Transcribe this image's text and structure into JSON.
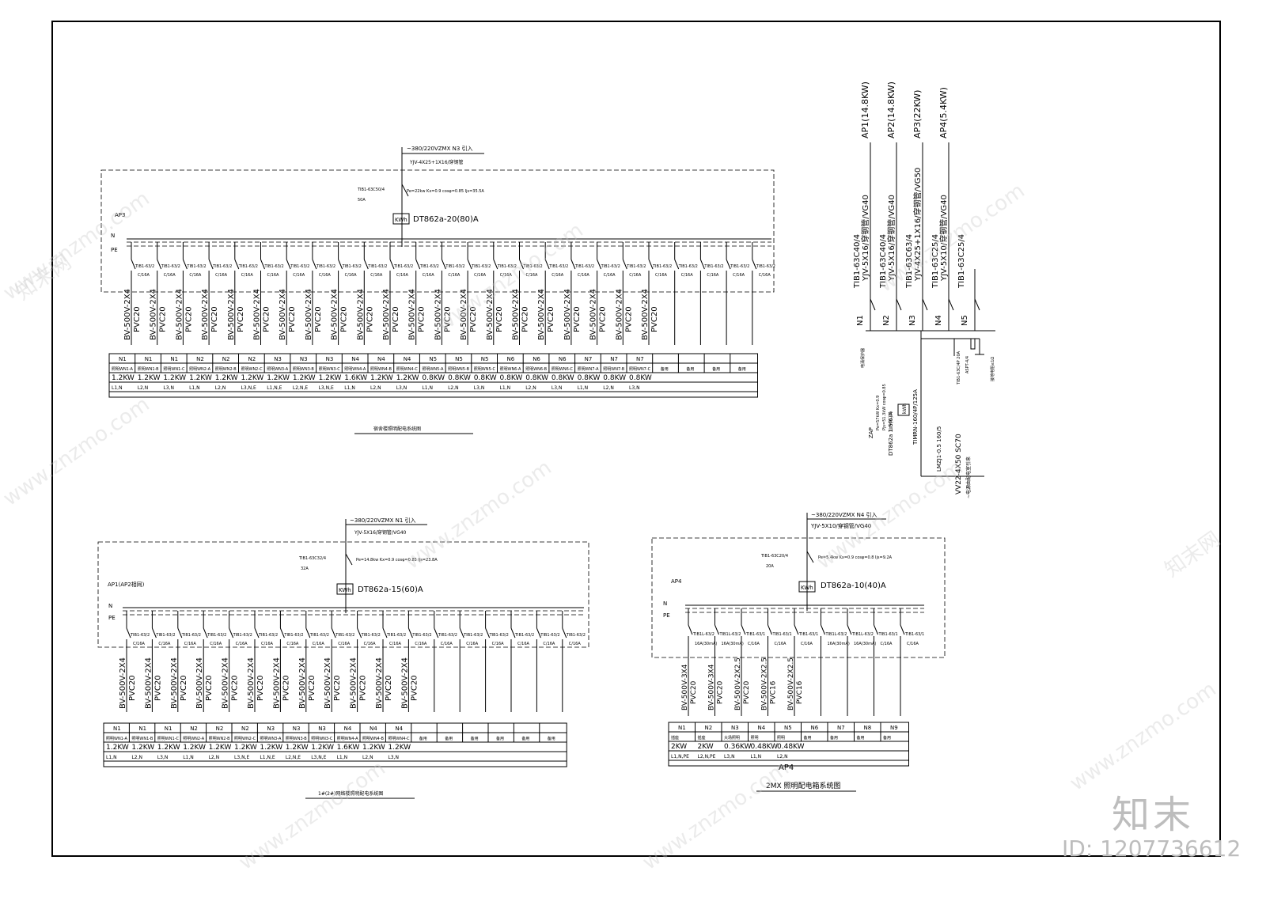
{
  "ap3": {
    "name": "AP3",
    "supply": "~380/220VZMX N3 引入",
    "cable": "YJV-4X25+1X16/穿钢管",
    "main_breaker": "TIB1-63C50/4",
    "main_current": "50A",
    "params": "Pe=22kw Kx=0.9 cosφ=0.85 Ijs=35.5A",
    "meter_label": "KWh",
    "meter": "DT862a-20(80)A",
    "bus_n": "N",
    "bus_pe": "PE",
    "title": "宿舍楼照明配电系统图",
    "breaker_model": "TIB1-63/2",
    "breaker_rating": "C/16A",
    "wire_a": "BV-500V-2X4",
    "wire_b": "PVC20",
    "circuits": [
      [
        "N1",
        "照明WN1-A",
        "1.2KW",
        "L1,N"
      ],
      [
        "N1",
        "照明WN1-B",
        "1.2KW",
        "L2,N"
      ],
      [
        "N1",
        "照明WN1-C",
        "1.2KW",
        "L3,N"
      ],
      [
        "N2",
        "照明WN2-A",
        "1.2KW",
        "L1,N"
      ],
      [
        "N2",
        "照明WN2-B",
        "1.2KW",
        "L2,N"
      ],
      [
        "N2",
        "照明WN2-C",
        "1.2KW",
        "L3,N,E"
      ],
      [
        "N3",
        "照明WN3-A",
        "1.2KW",
        "L1,N,E"
      ],
      [
        "N3",
        "照明WN3-B",
        "1.2KW",
        "L2,N,E"
      ],
      [
        "N3",
        "照明WN3-C",
        "1.2KW",
        "L3,N,E"
      ],
      [
        "N4",
        "照明WN4-A",
        "1.6KW",
        "L1,N"
      ],
      [
        "N4",
        "照明WN4-B",
        "1.2KW",
        "L2,N"
      ],
      [
        "N4",
        "照明WN4-C",
        "1.2KW",
        "L3,N"
      ],
      [
        "N5",
        "照明WN5-A",
        "0.8KW",
        "L1,N"
      ],
      [
        "N5",
        "照明WN5-B",
        "0.8KW",
        "L2,N"
      ],
      [
        "N5",
        "照明WN5-C",
        "0.8KW",
        "L3,N"
      ],
      [
        "N6",
        "照明WN6-A",
        "0.8KW",
        "L1,N"
      ],
      [
        "N6",
        "照明WN6-B",
        "0.8KW",
        "L2,N"
      ],
      [
        "N6",
        "照明WN6-C",
        "0.8KW",
        "L3,N"
      ],
      [
        "N7",
        "照明WN7-A",
        "0.8KW",
        "L1,N"
      ],
      [
        "N7",
        "照明WN7-B",
        "0.8KW",
        "L2,N"
      ],
      [
        "N7",
        "照明WN7-C",
        "0.8KW",
        "L3,N"
      ]
    ],
    "spares": [
      "备用",
      "备用",
      "备用",
      "备用"
    ]
  },
  "ap1": {
    "name": "AP1(AP2相同)",
    "supply": "~380/220VZMX N1 引入",
    "cable": "YJV-5X16/穿钢管/VG40",
    "main_breaker": "TIB1-63C32/4",
    "main_current": "32A",
    "params": "Pe=14.8kw Kx=0.9 cosφ=0.85 Ijs=23.8A",
    "meter_label": "KWh",
    "meter": "DT862a-15(60)A",
    "bus_n": "N",
    "bus_pe": "PE",
    "title": "1#(2#)网络楼照明配电系统图",
    "breaker_model": "TIB1-63/2",
    "breaker_rating": "C/16A",
    "wire_a": "BV-500V-2X4",
    "wire_b": "PVC20",
    "circuits": [
      [
        "N1",
        "照明WN1-A",
        "1.2KW",
        "L1,N"
      ],
      [
        "N1",
        "照明WN1-B",
        "1.2KW",
        "L2,N"
      ],
      [
        "N1",
        "照明WN1-C",
        "1.2KW",
        "L3,N"
      ],
      [
        "N2",
        "照明WN2-A",
        "1.2KW",
        "L1,N"
      ],
      [
        "N2",
        "照明WN2-B",
        "1.2KW",
        "L2,N"
      ],
      [
        "N2",
        "照明WN2-C",
        "1.2KW",
        "L3,N,E"
      ],
      [
        "N3",
        "照明WN3-A",
        "1.2KW",
        "L1,N,E"
      ],
      [
        "N3",
        "照明WN3-B",
        "1.2KW",
        "L2,N,E"
      ],
      [
        "N3",
        "照明WN3-C",
        "1.2KW",
        "L3,N,E"
      ],
      [
        "N4",
        "照明WN4-A",
        "1.6KW",
        "L1,N"
      ],
      [
        "N4",
        "照明WN4-B",
        "1.2KW",
        "L2,N"
      ],
      [
        "N4",
        "照明WN4-C",
        "1.2KW",
        "L3,N"
      ]
    ],
    "spares": [
      "备用",
      "备用",
      "备用",
      "备用",
      "备用",
      "备用"
    ]
  },
  "ap4": {
    "name": "AP4",
    "supply": "~380/220VZMX N4 引入",
    "cable": "YJV-5X10/穿钢管/VG40",
    "main_breaker": "TIB1-63C20/4",
    "main_current": "20A",
    "params": "Pe=5.4kw Kx=0.9 cosφ=0.8 Ijs=9.2A",
    "meter_label": "KWh",
    "meter": "DT862a-10(40)A",
    "bus_n": "N",
    "bus_pe": "PE",
    "title": "2MX 照明配电箱系统图",
    "table_caption": "AP4",
    "breakers": [
      [
        "TIB1L-63/2",
        "16A(30mA)"
      ],
      [
        "TIB1L-63/2",
        "16A(30mA)"
      ],
      [
        "TIB1-63/1",
        "C/16A"
      ],
      [
        "TIB1-63/1",
        "C/16A"
      ],
      [
        "TIB1-63/1",
        "C/16A"
      ],
      [
        "TIB1L-63/2",
        "16A(30mA)"
      ],
      [
        "TIB1L-63/2",
        "16A(30mA)"
      ],
      [
        "TIB1-63/1",
        "C/16A"
      ],
      [
        "TIB1-63/1",
        "C/16A"
      ]
    ],
    "wires": [
      [
        "BV-500V-3X4",
        "PVC20"
      ],
      [
        "BV-500V-3X4",
        "PVC20"
      ],
      [
        "BV-500V-2X2.5",
        "PVC20"
      ],
      [
        "BV-500V-2X2.5",
        "PVC16"
      ],
      [
        "BV-500V-2X2.5",
        "PVC16"
      ]
    ],
    "circuits": [
      [
        "N1",
        "插座",
        "2KW",
        "L1,N,PE"
      ],
      [
        "N2",
        "插座",
        "2KW",
        "L2,N,PE"
      ],
      [
        "N3",
        "大场照明",
        "0.36KW",
        "L3,N"
      ],
      [
        "N4",
        "照明",
        "0.48KW",
        "L1,N"
      ],
      [
        "N5",
        "照明",
        "0.48KW",
        "L2,N"
      ],
      [
        "N6",
        "备用",
        "",
        ""
      ],
      [
        "N7",
        "备用",
        "",
        ""
      ],
      [
        "N8",
        "备用",
        "",
        ""
      ],
      [
        "N9",
        "备用",
        "",
        ""
      ]
    ]
  },
  "zap": {
    "feeders": [
      [
        "AP1(14.8KW)",
        "YJV-5X16/穿钢管/VG40",
        "TIB1-63C40/4",
        "N1"
      ],
      [
        "AP2(14.8KW)",
        "YJV-5X16/穿钢管/VG40",
        "TIB1-63C40/4",
        "N2"
      ],
      [
        "AP3(22KW)",
        "YJV-4X25+1X16/穿钢管/VG50",
        "TIB1-63C63/4",
        "N3"
      ],
      [
        "AP4(5.4KW)",
        "YJV-5X10/穿钢管/VG40",
        "TIB1-63C25/4",
        "N4"
      ],
      [
        "",
        "",
        "TIB1-63C25/4",
        "N5"
      ]
    ],
    "label_surge": "电涌保护器",
    "breaker_surge": "TIB1-63C/4P 20A",
    "surge_model": "ASPT-4/4",
    "surge_note": "接地电阻≤1Ω",
    "main_switch": "TIMRN-160/4P/125A",
    "ct": "LMZJ1-0.5 160/5",
    "meter_box": "kWh",
    "meter": "DT862a 1.5(6)A",
    "name": "ZAP",
    "params_a": "Pe=57kW Kx=0.9",
    "params_b": "Pjs=51.3kW cosφ=0.85",
    "params_c": "Ijs=91.7A",
    "incoming": "VV22-4X50 SC70",
    "incoming_note": "~电源由配电室引来"
  },
  "watermark": {
    "site": "www.znzmo.com",
    "brand": "知末网",
    "logo": "知末",
    "id_text": "ID: 1207736612"
  }
}
